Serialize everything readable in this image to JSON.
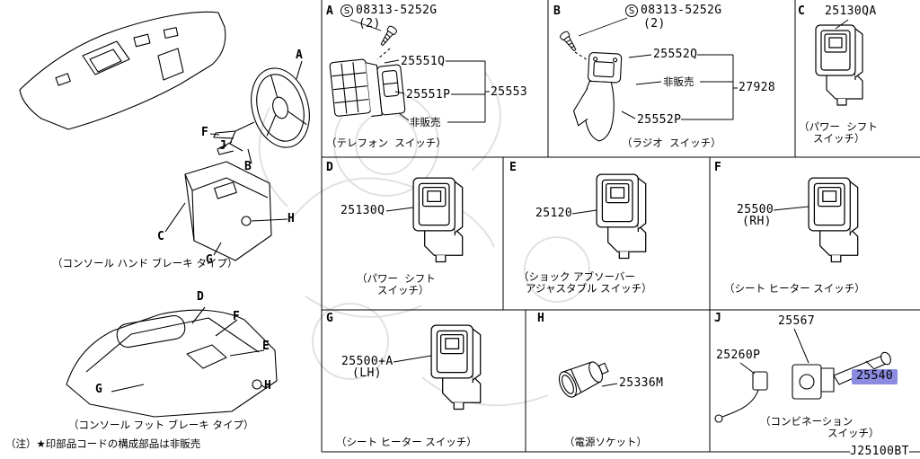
{
  "page": {
    "note": "（注）★印部品コードの構成部品は非販売",
    "doc_ref": "J25100BT",
    "highlight_color": "#8b8be0"
  },
  "left": {
    "top_caption": "（コンソール ハンド ブレーキ タイプ）",
    "bottom_caption": "（コンソール フット ブレーキ タイプ）",
    "top_callouts": {
      "a": "A",
      "f": "F",
      "j": "J",
      "b": "B",
      "c": "C",
      "g": "G",
      "h": "H"
    },
    "bottom_callouts": {
      "d": "D",
      "f": "F",
      "e": "E",
      "g": "G",
      "h": "H"
    }
  },
  "panels": {
    "A": {
      "label": "A",
      "screw": {
        "mark": "S",
        "part": "08313-5252G",
        "qty": "(2)"
      },
      "parts": [
        "25551Q",
        "25551P",
        "非販売"
      ],
      "assembly": "25553",
      "caption": "（テレフォン  スイッチ）"
    },
    "B": {
      "label": "B",
      "screw": {
        "mark": "S",
        "part": "08313-5252G",
        "qty": "(2)"
      },
      "parts": [
        "25552Q",
        "非販売",
        "25552P"
      ],
      "assembly": "27928",
      "caption": "（ラジオ  スイッチ）"
    },
    "C": {
      "label": "C",
      "part": "25130QA",
      "caption1": "（パワー  シフト",
      "caption2": "スイッチ）"
    },
    "D": {
      "label": "D",
      "part": "25130Q",
      "caption1": "（パワー  シフト",
      "caption2": "スイッチ）"
    },
    "E": {
      "label": "E",
      "part": "25120",
      "caption1": "（ショック アブソーバー",
      "caption2": "アジャスタブル スイッチ）"
    },
    "F": {
      "label": "F",
      "part": "25500",
      "side": "(RH)",
      "caption": "（シート ヒーター スイッチ）"
    },
    "G": {
      "label": "G",
      "part": "25500+A",
      "side": "(LH)",
      "caption": "（シート ヒーター スイッチ）"
    },
    "H": {
      "label": "H",
      "part": "25336M",
      "caption": "（電源ソケット）"
    },
    "J": {
      "label": "J",
      "part_lever": "25567",
      "part_connector": "25260P",
      "part_highlighted": "25540",
      "caption1": "（コンビネーション",
      "caption2": "スイッチ）"
    }
  }
}
